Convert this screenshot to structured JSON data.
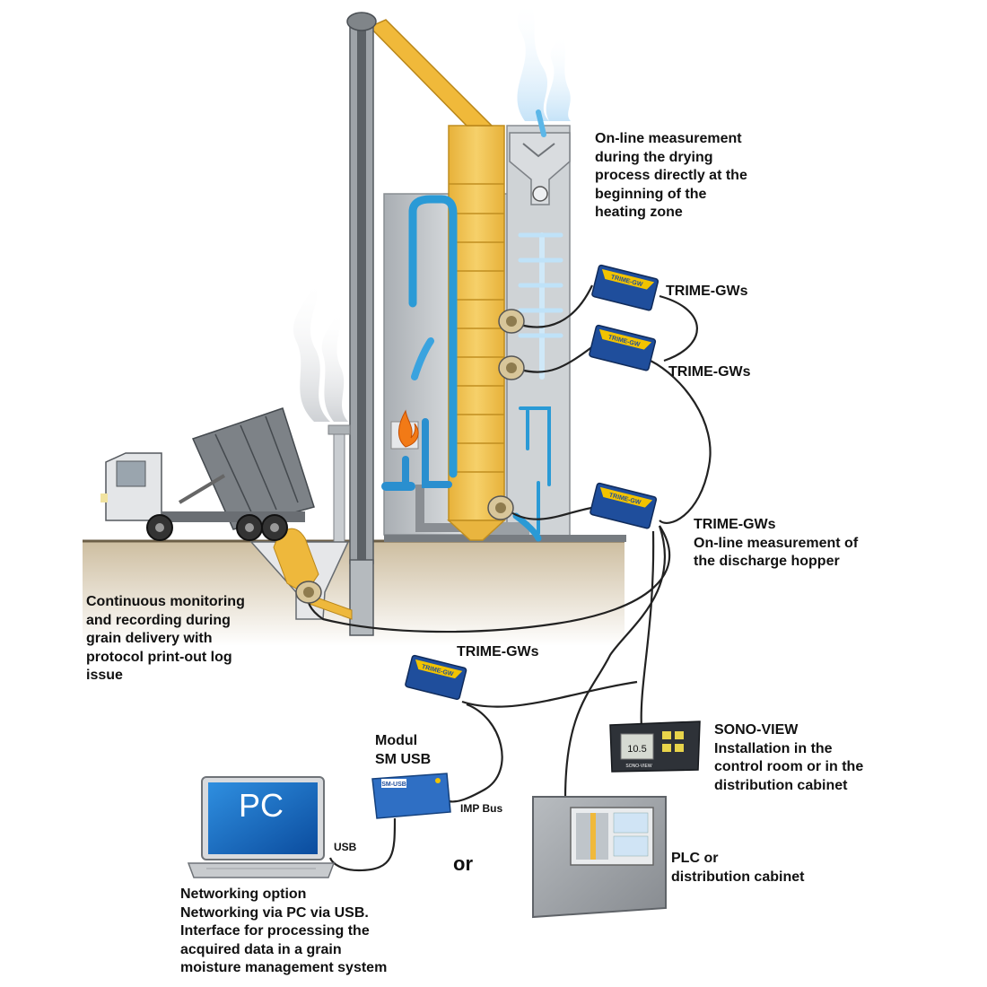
{
  "labels": {
    "drying_zone": [
      "On-line measurement",
      "during the drying",
      "process directly at the",
      "beginning of the",
      "heating zone"
    ],
    "trime_gws_1": "TRIME-GWs",
    "trime_gws_2": "TRIME-GWs",
    "trime_gws_discharge": [
      "TRIME-GWs",
      "On-line measurement of",
      "the discharge hopper"
    ],
    "trime_gws_delivery": "TRIME-GWs",
    "delivery_monitoring": [
      "Continuous monitoring",
      "and recording during",
      "grain delivery with",
      "protocol print-out log",
      "issue"
    ],
    "modul": [
      "Modul",
      "SM USB"
    ],
    "imp_bus": "IMP Bus",
    "usb": "USB",
    "or": "or",
    "sono_view": [
      "SONO-VIEW",
      "Installation in the",
      "control room or in the",
      "distribution cabinet"
    ],
    "plc": [
      "PLC or",
      "distribution cabinet"
    ],
    "networking": [
      "Networking option",
      "Networking via PC via USB.",
      "Interface for processing the",
      "acquired data in a grain",
      "moisture management system"
    ]
  },
  "device_text": {
    "laptop_screen": "PC",
    "sensor_box": "TRIME-GW",
    "sm_usb_box": "SM-USB",
    "sono_view_readout": "10.5",
    "sono_view_brand": "SONO-VIEW"
  },
  "colors": {
    "grain": "#f0c24a",
    "air_flow": "#2a9ad6",
    "sensor_blue": "#1f4e9c",
    "sensor_yellow": "#f2c300",
    "ground": "#bfae90",
    "dryer_gray": "#bfc4c8",
    "cable": "#222222"
  }
}
